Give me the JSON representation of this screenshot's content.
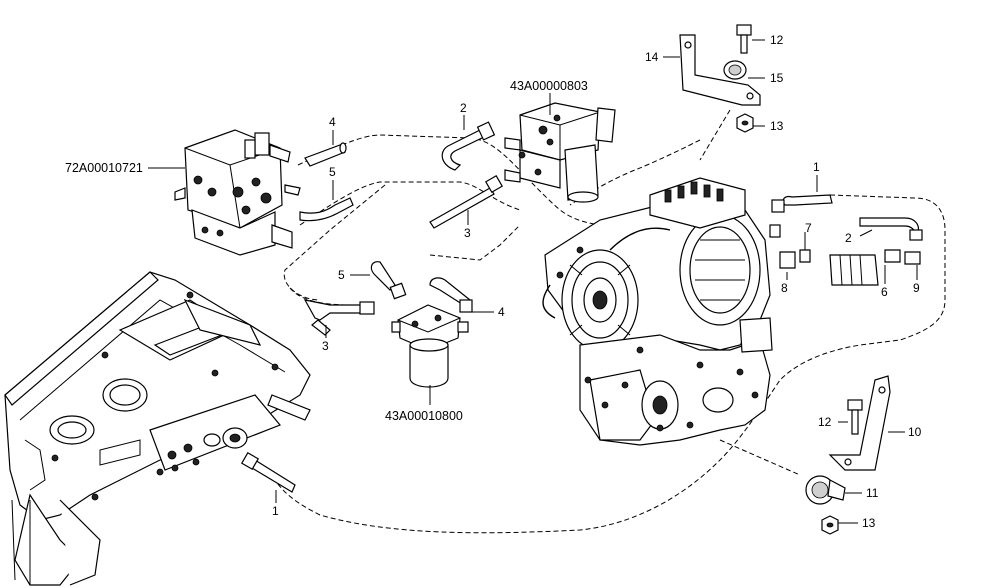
{
  "assemblies": {
    "control_valve": "72A00010721",
    "filter_head": "43A00000803",
    "filter": "43A00010800"
  },
  "callouts": {
    "hose_1": "1",
    "hose_2": "2",
    "hose_3": "3",
    "hose_4": "4",
    "hose_5": "5",
    "fitting_6": "6",
    "fitting_7": "7",
    "fitting_8": "8",
    "fitting_9": "9",
    "bracket_10": "10",
    "clamp_11": "11",
    "bolt_12": "12",
    "nut_13": "13",
    "bracket_14": "14",
    "clamp_15": "15"
  },
  "icons": [
    "control-valve-block",
    "filter-head",
    "spin-on-filter",
    "transmission",
    "vehicle-frame",
    "hose",
    "bolt",
    "nut",
    "bracket",
    "pipe-clamp"
  ]
}
